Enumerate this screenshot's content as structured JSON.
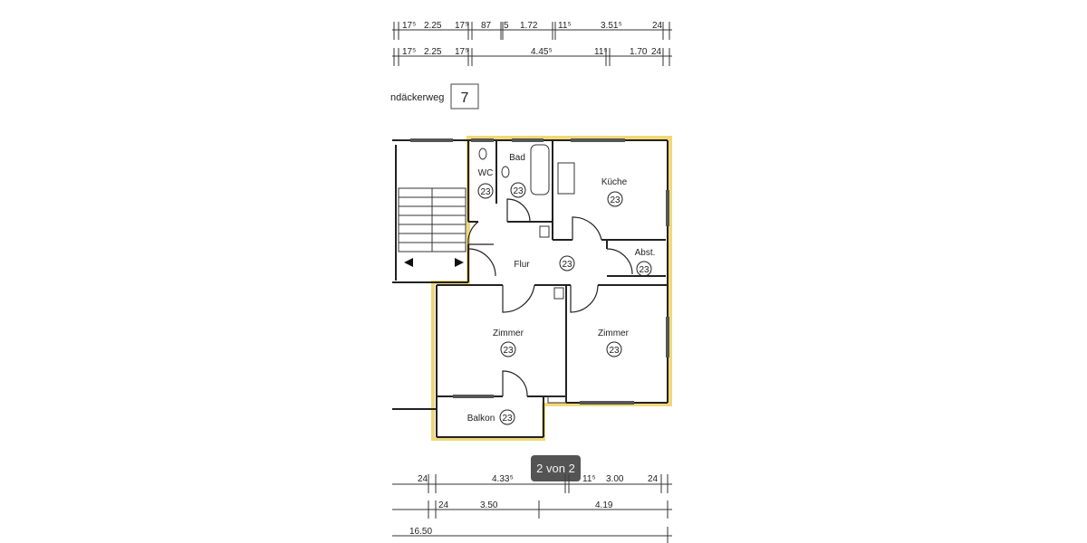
{
  "viewer": {
    "page_counter": "2 von 2"
  },
  "plan": {
    "street_label": "ndäckerweg",
    "house_number": "7",
    "top_dims_row1": [
      "17⁵",
      "2.25",
      "17⁵",
      "87",
      "5",
      "1.72",
      "11⁵",
      "3.51⁵",
      "24"
    ],
    "top_dims_row2": [
      "17⁵",
      "2.25",
      "17⁵",
      "4.45⁵",
      "11⁵",
      "1.70",
      "24"
    ],
    "bottom_dims_row1": [
      "24",
      "4.33⁵",
      "11⁵",
      "3.00",
      "24"
    ],
    "bottom_dims_row2": [
      "24",
      "3.50",
      "4.19"
    ],
    "bottom_dims_row3": [
      "16.50"
    ],
    "rooms": [
      {
        "name": "WC",
        "number": "23"
      },
      {
        "name": "Bad",
        "number": "23"
      },
      {
        "name": "Küche",
        "number": "23"
      },
      {
        "name": "Flur",
        "number": "23"
      },
      {
        "name": "Abst.",
        "number": "23"
      },
      {
        "name": "Zimmer",
        "number": "23"
      },
      {
        "name": "Zimmer",
        "number": "23"
      },
      {
        "name": "Balkon",
        "number": "23"
      }
    ],
    "highlight_color": "#f0d878",
    "line_color": "#222222"
  }
}
